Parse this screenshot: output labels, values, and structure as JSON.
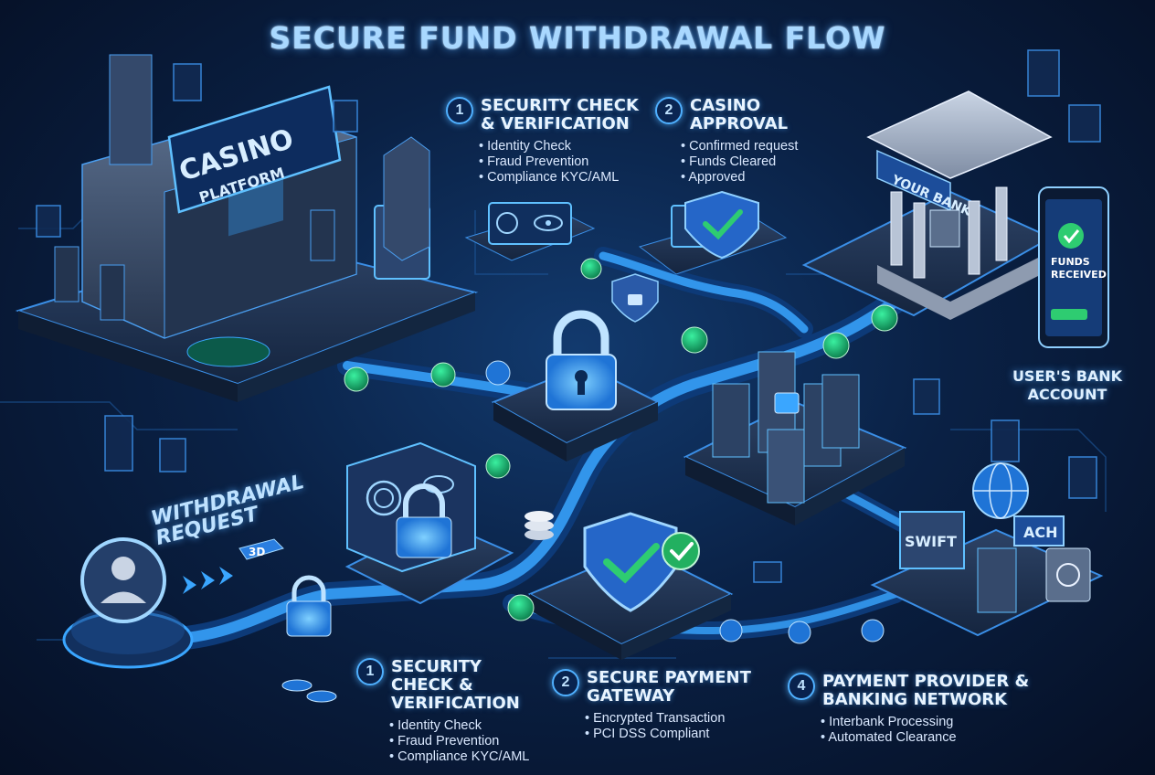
{
  "title": "SECURE FUND WITHDRAWAL FLOW",
  "top_steps": [
    {
      "number": "1",
      "title": "SECURITY CHECK & VERIFICATION",
      "items": [
        "Identity Check",
        "Fraud Prevention",
        "Compliance KYC/AML"
      ]
    },
    {
      "number": "2",
      "title": "CASINO APPROVAL",
      "items": [
        "Confirmed request",
        "Funds Cleared",
        "Approved"
      ]
    }
  ],
  "bottom_steps": [
    {
      "number": "1",
      "title": "SECURITY CHECK & VERIFICATION",
      "items": [
        "Identity Check",
        "Fraud Prevention",
        "Compliance KYC/AML"
      ]
    },
    {
      "number": "2",
      "title": "SECURE PAYMENT GATEWAY",
      "items": [
        "Encrypted Transaction",
        "PCI DSS Compliant"
      ]
    },
    {
      "number": "4",
      "title": "PAYMENT PROVIDER & BANKING NETWORK",
      "items": [
        "Interbank Processing",
        "Automated Clearance"
      ]
    }
  ],
  "labels": {
    "casino_sign_line1": "CASINO",
    "casino_sign_line2": "PLATFORM",
    "bank_sign": "YOUR BANK",
    "phone_message_line1": "FUNDS",
    "phone_message_line2": "RECEIVED",
    "user_bank_account": "USER'S BANK ACCOUNT",
    "withdrawal_request": "WITHDRAWAL REQUEST",
    "badge_3d": "3D",
    "swift": "SWIFT",
    "ach": "ACH"
  },
  "colors": {
    "accent": "#4fb0ff",
    "glow": "#3aa0ff",
    "success": "#2ecc71",
    "background": "#0a2145"
  }
}
